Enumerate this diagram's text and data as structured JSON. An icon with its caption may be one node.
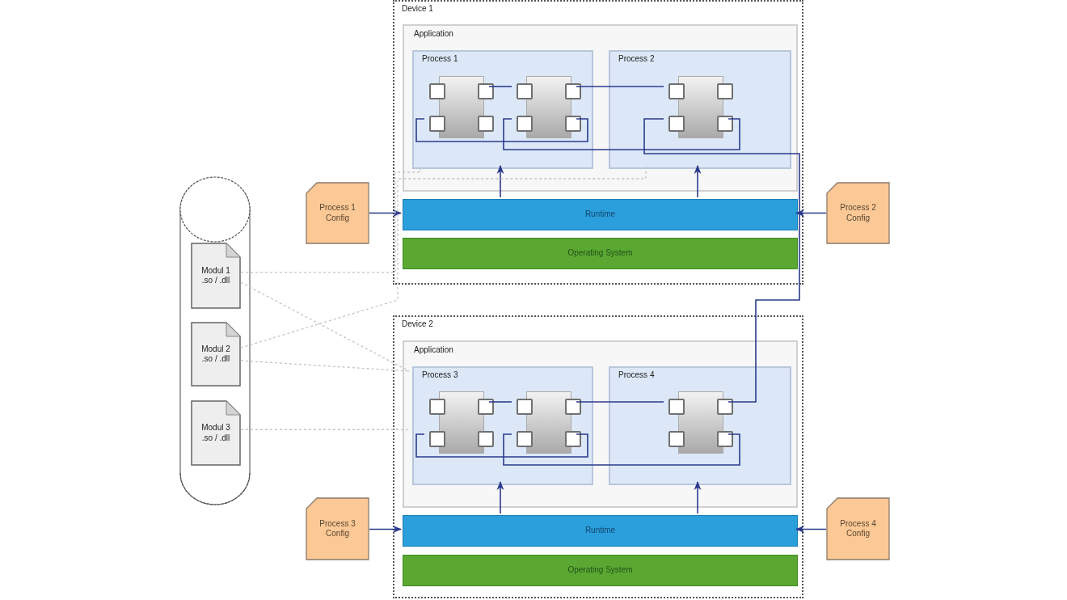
{
  "diagram": {
    "nodes": [
      {
        "text": [
          "Device 1"
        ]
      },
      {
        "text": [
          "Application"
        ],
        "in": 0
      },
      {
        "text": [
          "Process 1"
        ],
        "in": 1
      },
      {
        "text": [
          "Process 2"
        ],
        "in": 1
      },
      {
        "text": [],
        "shape": "box",
        "in": 2
      },
      {
        "text": [],
        "shape": "box",
        "in": 2
      },
      {
        "text": [],
        "shape": "box",
        "in": 3
      },
      {
        "text": [
          "Runtime"
        ],
        "in": 0
      },
      {
        "text": [
          "Operating System"
        ],
        "in": 0
      },
      {
        "text": [
          "Device 2"
        ]
      },
      {
        "text": [
          "Application"
        ],
        "in": 9
      },
      {
        "text": [
          "Process 3"
        ],
        "in": 10
      },
      {
        "text": [
          "Process 4"
        ],
        "in": 10
      },
      {
        "text": [],
        "shape": "box",
        "in": 11
      },
      {
        "text": [],
        "shape": "box",
        "in": 11
      },
      {
        "text": [],
        "shape": "box",
        "in": 12
      },
      {
        "text": [
          "Runtime"
        ],
        "in": 9
      },
      {
        "text": [
          "Operating System"
        ],
        "in": 9
      },
      {
        "text": [],
        "shape": "cylinder"
      },
      {
        "text": [
          "Modul 1 .so / .dll"
        ],
        "in": 18
      },
      {
        "text": [
          "Modul 2 .so / .dll"
        ],
        "in": 18
      },
      {
        "text": [
          "Modul 3 .so / .dll"
        ],
        "in": 18
      },
      {
        "text": [
          "Process 1 Config"
        ]
      },
      {
        "text": [
          "Process 2 Config"
        ]
      },
      {
        "text": [
          "Process 3 Config"
        ]
      },
      {
        "text": [
          "Process 4 Config"
        ]
      }
    ],
    "edges": [
      {
        "from": 22,
        "to": 7,
        "arrow": "to"
      },
      {
        "from": 23,
        "to": 7,
        "arrow": "to"
      },
      {
        "from": 7,
        "to": 2,
        "arrow": "to"
      },
      {
        "from": 7,
        "to": 3,
        "arrow": "to"
      },
      {
        "from": 24,
        "to": 16,
        "arrow": "to"
      },
      {
        "from": 25,
        "to": 16,
        "arrow": "to"
      },
      {
        "from": 16,
        "to": 11,
        "arrow": "to"
      },
      {
        "from": 16,
        "to": 12,
        "arrow": "to"
      },
      {
        "from": 4,
        "to": 5,
        "arrow": "none"
      },
      {
        "from": 5,
        "to": 6,
        "arrow": "none"
      },
      {
        "from": 4,
        "to": 5,
        "arrow": "none"
      },
      {
        "from": 5,
        "to": 6,
        "arrow": "none"
      },
      {
        "from": 13,
        "to": 14,
        "arrow": "none"
      },
      {
        "from": 14,
        "to": 15,
        "arrow": "none"
      },
      {
        "from": 13,
        "to": 14,
        "arrow": "none"
      },
      {
        "from": 14,
        "to": 15,
        "arrow": "none"
      },
      {
        "from": 15,
        "to": 6,
        "arrow": "none"
      },
      {
        "from": 19,
        "to": 2,
        "arrow": "none",
        "style": "dashed",
        "color": "#c4c4c4"
      },
      {
        "from": 19,
        "to": 11,
        "arrow": "none",
        "style": "dashed",
        "color": "#c4c4c4"
      },
      {
        "from": 20,
        "to": 3,
        "arrow": "none",
        "style": "dashed",
        "color": "#c4c4c4"
      },
      {
        "from": 20,
        "to": 11,
        "arrow": "none",
        "style": "dashed",
        "color": "#c4c4c4"
      },
      {
        "from": 21,
        "to": 10,
        "arrow": "none",
        "style": "dashed",
        "color": "#c4c4c4"
      },
      {
        "from": 21,
        "to": 11,
        "arrow": "none",
        "style": "dashed",
        "color": "#c4c4c4"
      }
    ]
  }
}
